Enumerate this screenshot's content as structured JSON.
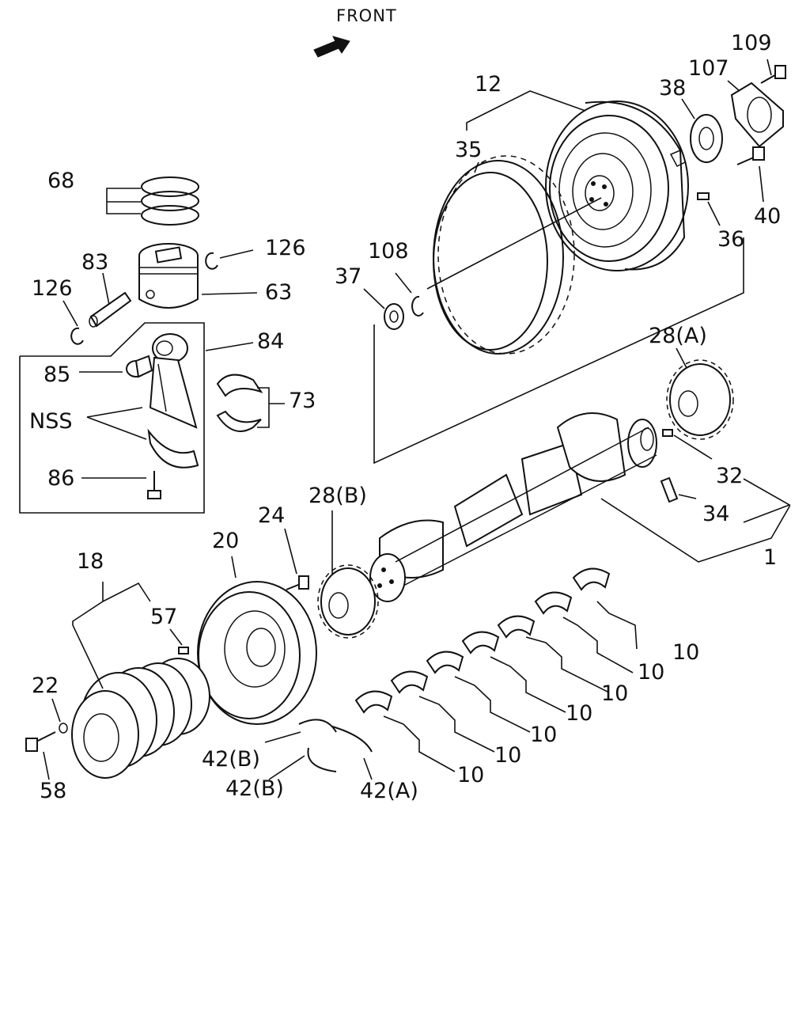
{
  "front_label": "FRONT",
  "icons": {
    "front_arrow": "arrow-right-up-icon"
  },
  "labels": {
    "p109": "109",
    "p107": "107",
    "p38": "38",
    "p12": "12",
    "p35": "35",
    "p68": "68",
    "p126a": "126",
    "p83": "83",
    "p126b": "126",
    "p63": "63",
    "p108": "108",
    "p37": "37",
    "p40": "40",
    "p36": "36",
    "p84": "84",
    "p85": "85",
    "p73": "73",
    "pNSS": "NSS",
    "p28A": "28(A)",
    "p86": "86",
    "p32": "32",
    "p28B": "28(B)",
    "p24": "24",
    "p34": "34",
    "p20": "20",
    "p1": "1",
    "p18": "18",
    "p57": "57",
    "p10a": "10",
    "p10b": "10",
    "p10c": "10",
    "p10d": "10",
    "p10e": "10",
    "p10f": "10",
    "p10g": "10",
    "p22": "22",
    "p42Ba": "42(B)",
    "p42Bb": "42(B)",
    "p42A": "42(A)",
    "p58": "58"
  }
}
